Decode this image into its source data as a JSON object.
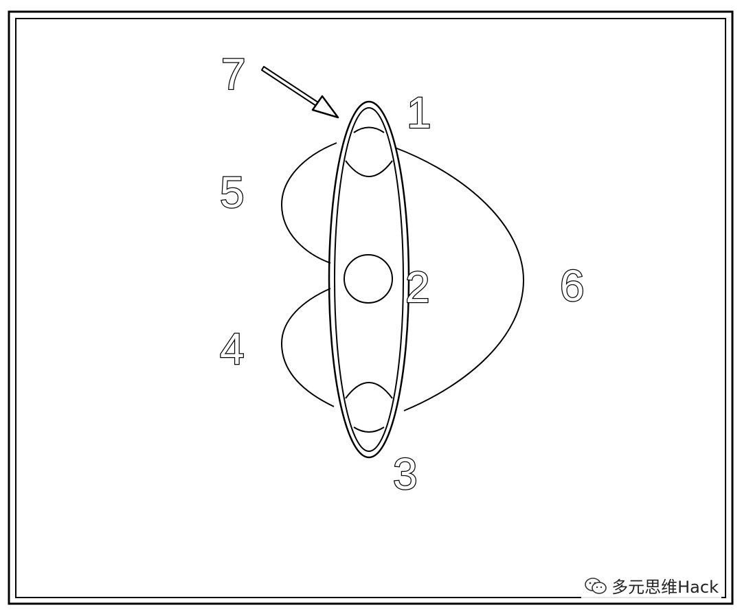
{
  "labels": {
    "l1": "1",
    "l2": "2",
    "l3": "3",
    "l4": "4",
    "l5": "5",
    "l6": "6",
    "l7": "7"
  },
  "watermark": {
    "text": "多元思维Hack",
    "icon": "wechat-icon"
  },
  "colors": {
    "line": "#000000",
    "background": "#ffffff"
  }
}
